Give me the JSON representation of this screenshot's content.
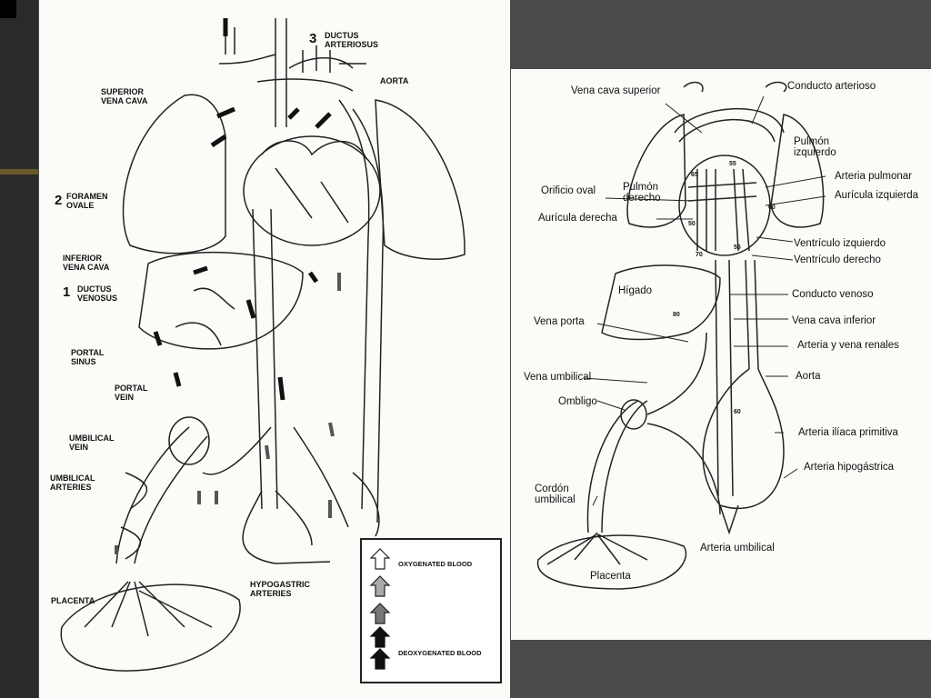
{
  "left_diagram": {
    "numbers": {
      "n3": "3",
      "n2": "2",
      "n1": "1"
    },
    "labels": {
      "ductus_arteriosus": "DUCTUS\nARTERIOSUS",
      "aorta": "AORTA",
      "superior_vena_cava": "SUPERIOR\nVENA CAVA",
      "foramen_ovale": "FORAMEN\nOVALE",
      "inferior_vena_cava": "INFERIOR\nVENA CAVA",
      "ductus_venosus": "DUCTUS\nVENOSUS",
      "portal_sinus": "PORTAL\nSINUS",
      "portal_vein": "PORTAL\nVEIN",
      "umbilical_vein": "UMBILICAL\nVEIN",
      "umbilical_arteries": "UMBILICAL\nARTERIES",
      "placenta": "PLACENTA",
      "hypogastric_arteries": "HYPOGASTRIC\nARTERIES"
    },
    "legend": {
      "oxygenated": "OXYGENATED BLOOD",
      "deoxygenated": "DEOXYGENATED BLOOD"
    }
  },
  "right_diagram": {
    "labels": {
      "vena_cava_superior": "Vena cava superior",
      "conducto_arterioso": "Conducto arterioso",
      "pulmon_izquierdo": "Pulmón\nizquierdo",
      "arteria_pulmonar": "Arteria pulmonar",
      "auricula_izquierda": "Aurícula izquierda",
      "orificio_oval": "Orificio oval",
      "pulmon_derecho": "Pulmón\nderecho",
      "auricula_derecha": "Aurícula derecha",
      "ventriculo_izquierdo": "Ventrículo izquierdo",
      "ventriculo_derecho": "Ventrículo derecho",
      "higado": "Hígado",
      "conducto_venoso": "Conducto venoso",
      "vena_porta": "Vena porta",
      "vena_cava_inferior": "Vena cava inferior",
      "arteria_vena_renales": "Arteria y vena renales",
      "vena_umbilical": "Vena umbilical",
      "aorta": "Aorta",
      "ombligo": "Ombligo",
      "arteria_iliaca": "Arteria ilíaca primitiva",
      "arteria_hipogastrica": "Arteria hipogástrica",
      "cordon_umbilical": "Cordón\numbilical",
      "arteria_umbilical": "Arteria umbilical",
      "placenta": "Placenta"
    },
    "values": {
      "v65a": "65",
      "v55a": "55",
      "v60a": "60",
      "v50": "50",
      "v55b": "55",
      "v70": "70",
      "v80": "80",
      "v60b": "60"
    }
  }
}
